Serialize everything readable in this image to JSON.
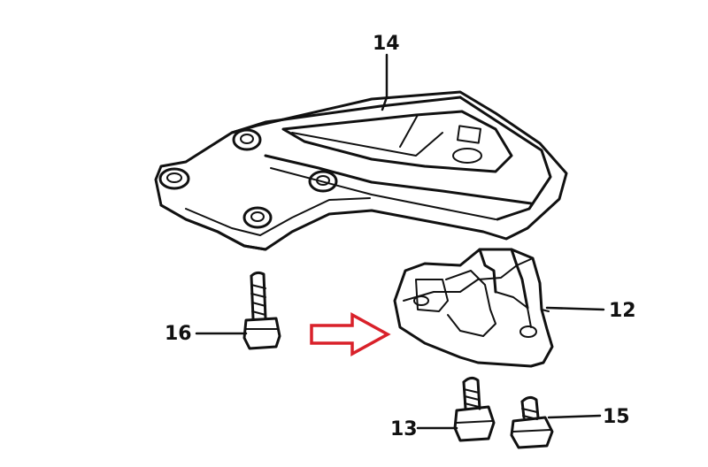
{
  "diagram": {
    "callouts": [
      {
        "id": "14",
        "label": "14"
      },
      {
        "id": "12",
        "label": "12"
      },
      {
        "id": "16",
        "label": "16"
      },
      {
        "id": "13",
        "label": "13"
      },
      {
        "id": "15",
        "label": "15"
      }
    ],
    "colors": {
      "ink": "#111111",
      "pointer_arrow": "#d9212a",
      "background": "#ffffff"
    }
  }
}
